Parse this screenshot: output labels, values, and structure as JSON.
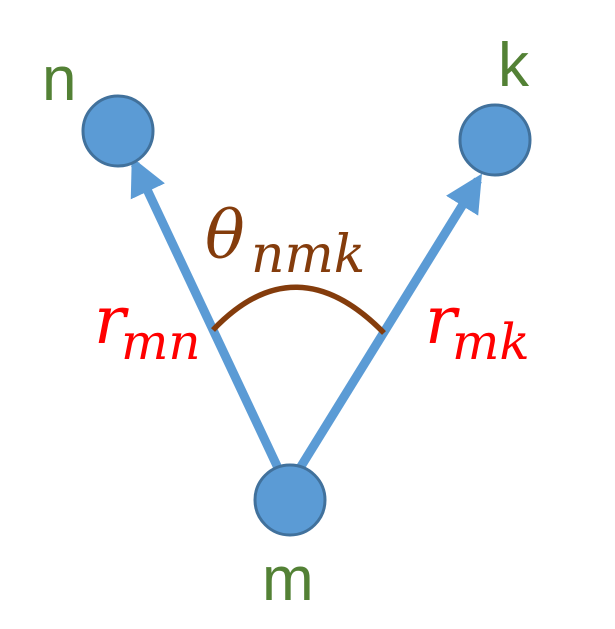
{
  "diagram": {
    "nodes": {
      "n": "n",
      "k": "k",
      "m": "m"
    },
    "angle": {
      "symbol": "θ",
      "subscript": "nmk"
    },
    "bond_mn": {
      "symbol": "r",
      "subscript": "mn"
    },
    "bond_mk": {
      "symbol": "r",
      "subscript": "mk"
    },
    "colors": {
      "node_fill": "#5b9bd5",
      "node_stroke": "#41719c",
      "arrow": "#5b9bd5",
      "node_label": "#538135",
      "angle": "#843c0c",
      "bond_label": "#ff0000",
      "background": "#ffffff"
    }
  }
}
